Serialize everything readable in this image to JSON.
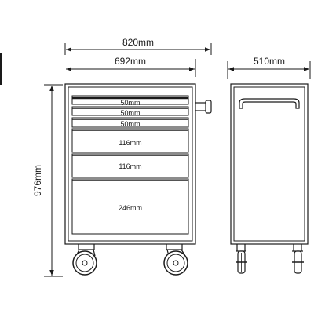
{
  "dimensions": {
    "overall_width": "820mm",
    "body_width": "692mm",
    "depth": "510mm",
    "height": "976mm"
  },
  "drawers": [
    {
      "label": "50mm"
    },
    {
      "label": "50mm"
    },
    {
      "label": "50mm"
    },
    {
      "label": "116mm"
    },
    {
      "label": "116mm"
    },
    {
      "label": "246mm"
    }
  ]
}
